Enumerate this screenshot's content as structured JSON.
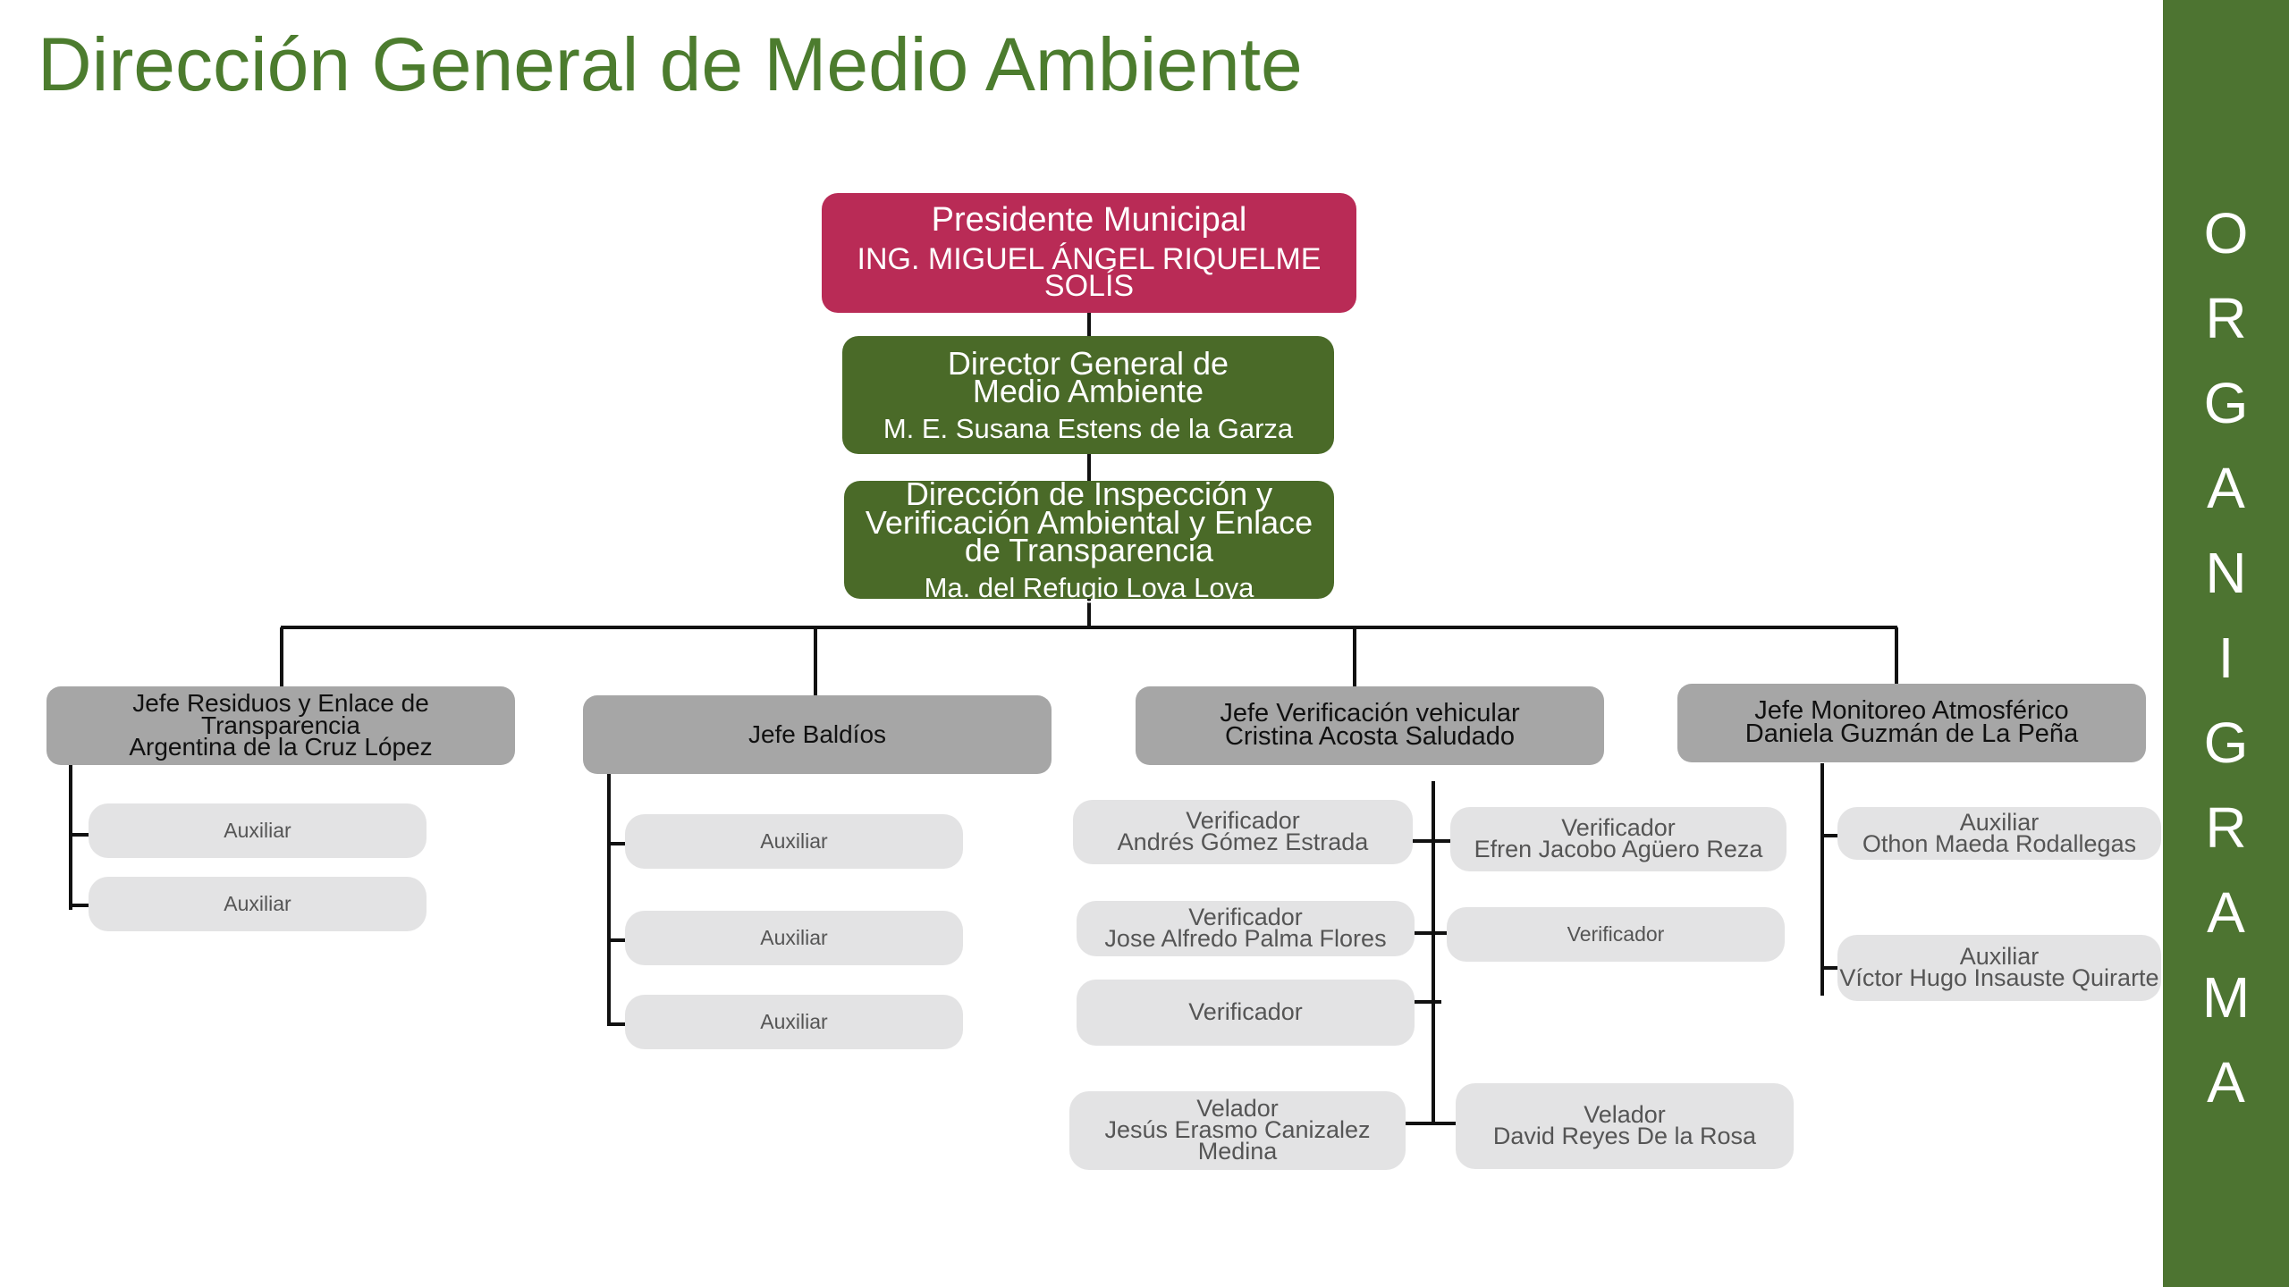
{
  "title": "Dirección General de Medio Ambiente",
  "sidebar": {
    "letters": [
      "O",
      "R",
      "G",
      "A",
      "N",
      "I",
      "G",
      "R",
      "A",
      "M",
      "A"
    ]
  },
  "top": {
    "presidente": {
      "role": "Presidente Municipal",
      "name1": "ING. MIGUEL ÁNGEL RIQUELME",
      "name2": "SOLÍS"
    },
    "director": {
      "role1": "Director General de",
      "role2": "Medio Ambiente",
      "name": "M. E. Susana Estens de la Garza"
    },
    "direccion": {
      "role1": "Dirección de Inspección y",
      "role2": "Verificación Ambiental y Enlace",
      "role3": "de Transparencia",
      "name": "Ma. del Refugio Loya Loya"
    }
  },
  "jefes": {
    "residuos": {
      "line1": "Jefe Residuos y Enlace de",
      "line2": "Transparencia",
      "line3": "Argentina de la Cruz López"
    },
    "baldios": {
      "line1": "Jefe Baldíos"
    },
    "verificacion": {
      "line1": "Jefe Verificación vehicular",
      "line2": "Cristina Acosta Saludado"
    },
    "monitoreo": {
      "line1": "Jefe Monitoreo Atmosférico",
      "line2": "Daniela Guzmán de La Peña"
    }
  },
  "residuos_aux": [
    "Auxiliar",
    "Auxiliar"
  ],
  "baldios_aux": [
    "Auxiliar",
    "Auxiliar",
    "Auxiliar"
  ],
  "verificacion_staff": {
    "v1": {
      "role": "Verificador",
      "name": "Andrés Gómez Estrada"
    },
    "v2": {
      "role": "Verificador",
      "name": "Efren Jacobo Agüero Reza"
    },
    "v3": {
      "role": "Verificador",
      "name": "Jose Alfredo Palma Flores"
    },
    "v4": {
      "role": "Verificador"
    },
    "v5": {
      "role": "Verificador"
    },
    "vel1": {
      "role": "Velador",
      "name1": "Jesús Erasmo Canizalez",
      "name2": "Medina"
    },
    "vel2": {
      "role": "Velador",
      "name": "David Reyes De la Rosa"
    }
  },
  "monitoreo_aux": {
    "a1": {
      "role": "Auxiliar",
      "name": "Othon Maeda Rodallegas"
    },
    "a2": {
      "role": "Auxiliar",
      "name": "Víctor Hugo Insauste Quirarte"
    }
  },
  "colors": {
    "title": "#4c7c2e",
    "sidebar": "#4d7431",
    "presidente": "#b92b56",
    "green_box": "#4a6a28",
    "jefe_box": "#a6a6a6",
    "staff_box": "#e3e3e4"
  }
}
